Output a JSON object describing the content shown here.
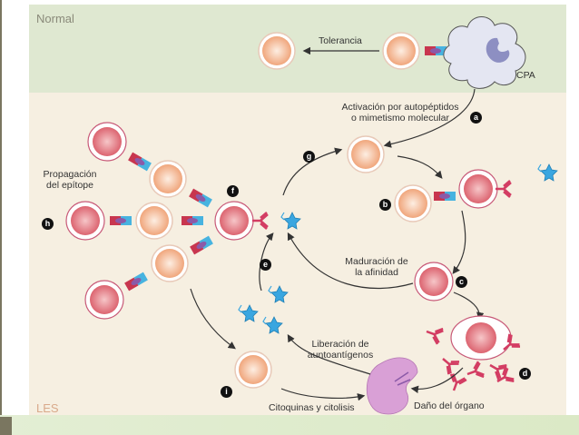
{
  "sections": {
    "normal": {
      "title": "Normal",
      "color": "#8a8a7a"
    },
    "les": {
      "title": "LES",
      "color": "#d9a98a"
    }
  },
  "labels": {
    "tolerancia": "Tolerancia",
    "cpa": "CPA",
    "activacion_line1": "Activación por autopéptidos",
    "activacion_line2": "o mimetismo molecular",
    "propagacion_line1": "Propagación",
    "propagacion_line2": "del epítope",
    "maduracion_line1": "Maduración de",
    "maduracion_line2": "la afinidad",
    "liberacion_line1": "Liberación de",
    "liberacion_line2": "auntoantígenos",
    "citoquinas": "Citoquinas y citolisis",
    "dano": "Daño del órgano"
  },
  "steps": {
    "a": "a",
    "b": "b",
    "c": "c",
    "d": "d",
    "e": "e",
    "f": "f",
    "g": "g",
    "h": "h",
    "i": "i"
  },
  "colors": {
    "t_cell": "#f3b48e",
    "b_cell": "#e4787f",
    "antibody": "#d33d63",
    "antigen": "#3aa6e0",
    "receptor_red": "#c8364f",
    "receptor_blue": "#47b3e0",
    "organ": "#d9a0d6",
    "cpa": "#e4e6f2"
  },
  "icons": {
    "t_cell": "t-cell-icon",
    "b_cell": "b-cell-icon",
    "plasma_cell": "plasma-cell-icon",
    "antibody": "antibody-icon",
    "antigen": "antigen-star-icon",
    "organ": "kidney-organ-icon",
    "apc": "antigen-presenting-cell-icon"
  }
}
